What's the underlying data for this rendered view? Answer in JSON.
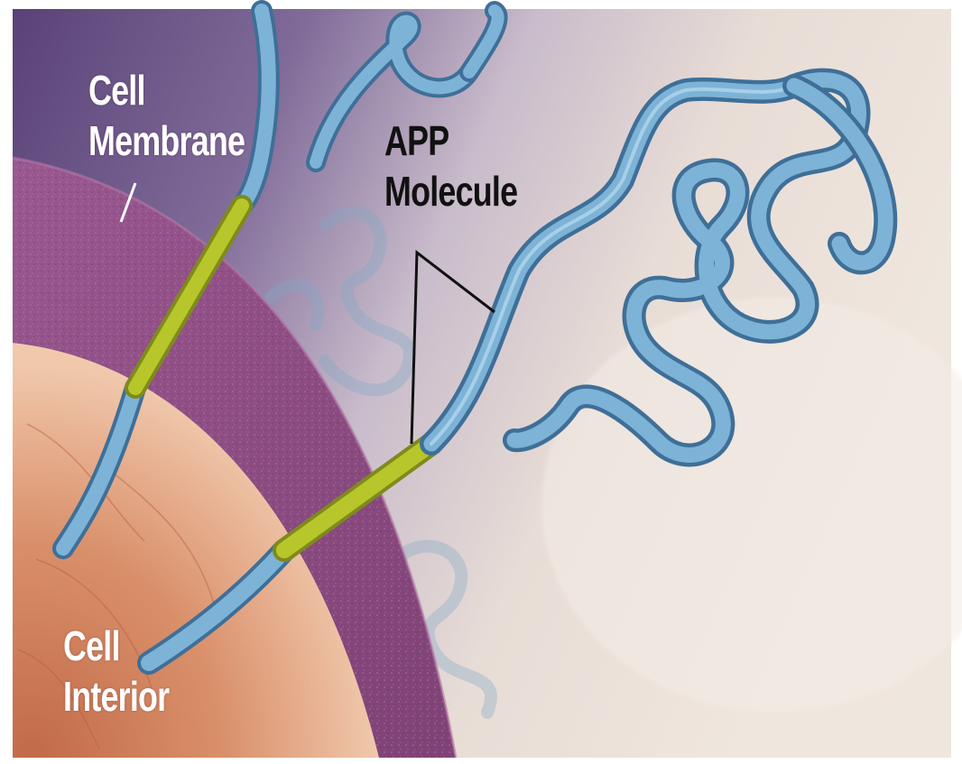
{
  "labels": {
    "cell_membrane": {
      "line1": "Cell",
      "line2": "Membrane"
    },
    "app_molecule": {
      "line1": "APP",
      "line2": "Molecule"
    },
    "cell_interior": {
      "line1": "Cell",
      "line2": "Interior"
    }
  },
  "colors": {
    "background_light": "#ece3dc",
    "background_purple": "#6a4f86",
    "membrane": "#8e4c80",
    "interior": "#d99a70",
    "molecule": "#6aa3c6",
    "transmembrane_segment": "#b7c62a",
    "leader_line": "#111111"
  }
}
